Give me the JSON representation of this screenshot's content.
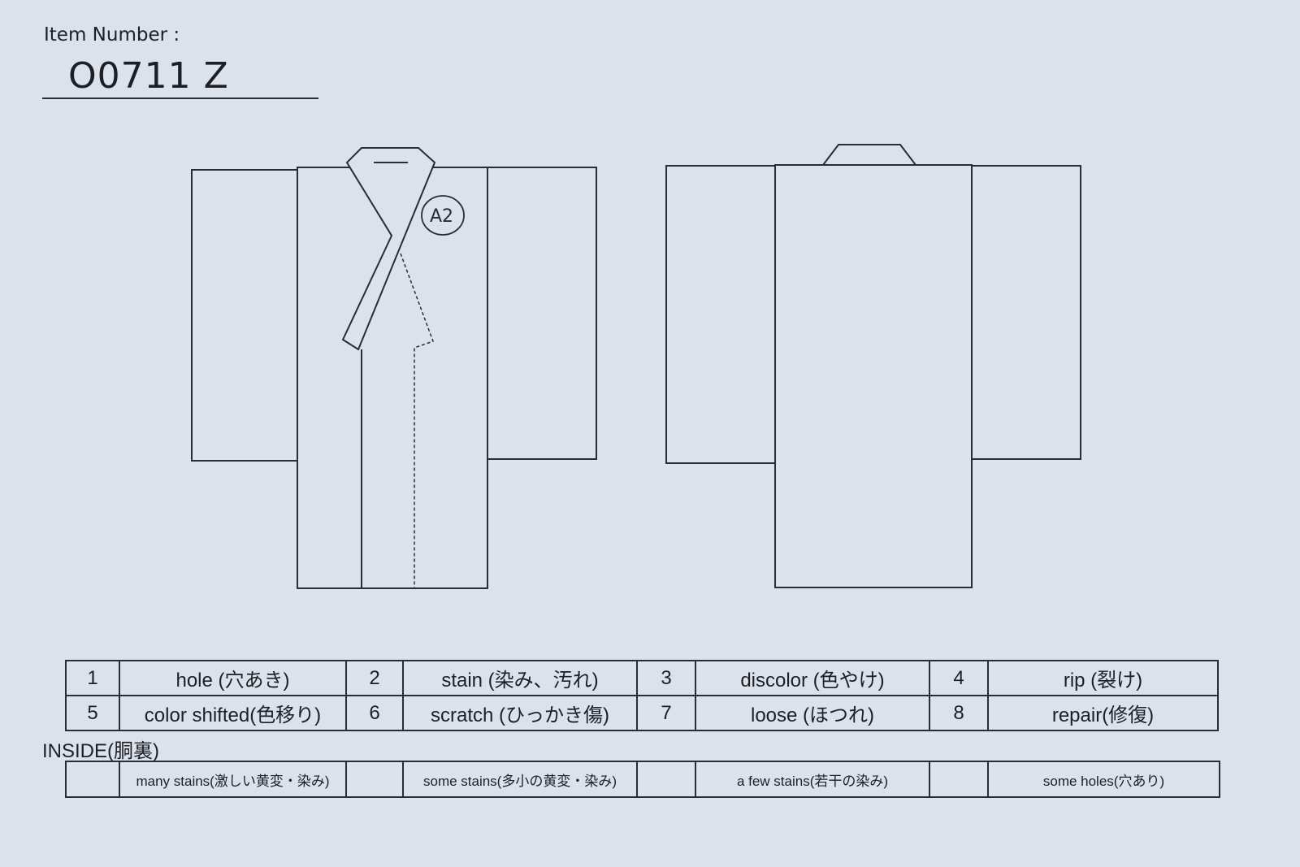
{
  "header": {
    "label": "Item Number :",
    "item_number": "O0711   Z"
  },
  "annotation": {
    "text": "A2"
  },
  "legend": {
    "rows": [
      [
        {
          "num": "1",
          "text": "hole (穴あき)"
        },
        {
          "num": "2",
          "text": "stain (染み、汚れ)"
        },
        {
          "num": "3",
          "text": "discolor (色やけ)"
        },
        {
          "num": "4",
          "text": "rip (裂け)"
        }
      ],
      [
        {
          "num": "5",
          "text": "color shifted(色移り)"
        },
        {
          "num": "6",
          "text": "scratch (ひっかき傷)"
        },
        {
          "num": "7",
          "text": "loose (ほつれ)"
        },
        {
          "num": "8",
          "text": "repair(修復)"
        }
      ]
    ]
  },
  "inside": {
    "title": "INSIDE(胴裏)",
    "items": [
      "many stains(激しい黄変・染み)",
      "some stains(多小の黄変・染み)",
      "a few stains(若干の染み)",
      "some holes(穴あり)"
    ]
  }
}
